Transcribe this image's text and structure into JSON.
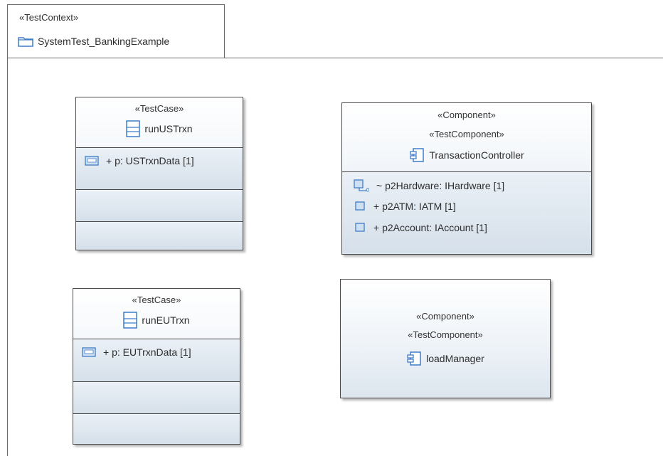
{
  "package": {
    "stereotype": "«TestContext»",
    "name": "SystemTest_BankingExample",
    "icon": "package-icon"
  },
  "test_cases": [
    {
      "stereotype": "«TestCase»",
      "name": "runUSTrxn",
      "icon": "class-icon",
      "properties": [
        {
          "text": "+ p: USTrxnData [1]",
          "icon": "property-icon"
        }
      ]
    },
    {
      "stereotype": "«TestCase»",
      "name": "runEUTrxn",
      "icon": "class-icon",
      "properties": [
        {
          "text": "+ p: EUTrxnData [1]",
          "icon": "property-icon"
        }
      ]
    }
  ],
  "components": [
    {
      "stereotypes": [
        "«Component»",
        "«TestComponent»"
      ],
      "name": "TransactionController",
      "icon": "component-icon",
      "ports": [
        {
          "text": "~ p2Hardware: IHardware [1]",
          "icon": "port-icon"
        },
        {
          "text": "+ p2ATM: IATM [1]",
          "icon": "port-icon"
        },
        {
          "text": "+ p2Account: IAccount [1]",
          "icon": "port-icon"
        }
      ]
    },
    {
      "stereotypes": [
        "«Component»",
        "«TestComponent»"
      ],
      "name": "loadManager",
      "icon": "component-icon",
      "ports": []
    }
  ],
  "colors": {
    "border": "#4a4a4a",
    "fill_top": "#ffffff",
    "fill_bottom": "#dde6ee",
    "icon_blue": "#3f7cc8"
  }
}
